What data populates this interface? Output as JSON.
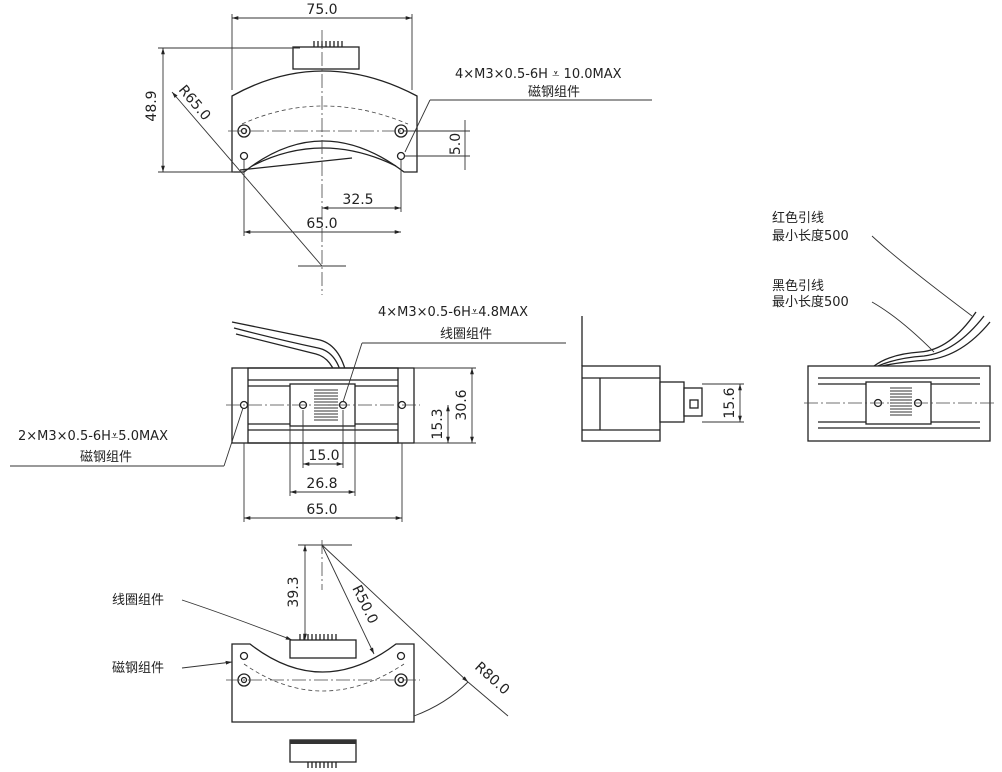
{
  "views": {
    "top_view": {
      "dims": {
        "width_top": "75.0",
        "height_left": "48.9",
        "radius": "R65.0",
        "hole_offset": "5.0",
        "half_span": "32.5",
        "width_bottom": "65.0"
      },
      "callout": {
        "spec": "4×M3×0.5-6H ⩡ 10.0MAX",
        "label": "磁钢组件"
      }
    },
    "front_view": {
      "dims": {
        "height_right": "30.6",
        "center_height": "15.3",
        "coil_inner": "15.0",
        "coil_outer": "26.8",
        "width_bottom": "65.0"
      },
      "callout_top": {
        "spec": "4×M3×0.5-6H⩡4.8MAX",
        "label": "线圈组件"
      },
      "callout_left": {
        "spec": "2×M3×0.5-6H⩡5.0MAX",
        "label": "磁钢组件"
      }
    },
    "side_view": {
      "dims": {
        "height": "15.6"
      }
    },
    "back_view": {
      "lead_red": {
        "line1": "红色引线",
        "line2": "最小长度500"
      },
      "lead_black": {
        "line1": "黑色引线",
        "line2": "最小长度500"
      }
    },
    "bottom_view": {
      "dims": {
        "height": "39.3",
        "r_inner": "R50.0",
        "r_outer": "R80.0"
      },
      "label_coil": "线圈组件",
      "label_magnet": "磁钢组件"
    }
  }
}
